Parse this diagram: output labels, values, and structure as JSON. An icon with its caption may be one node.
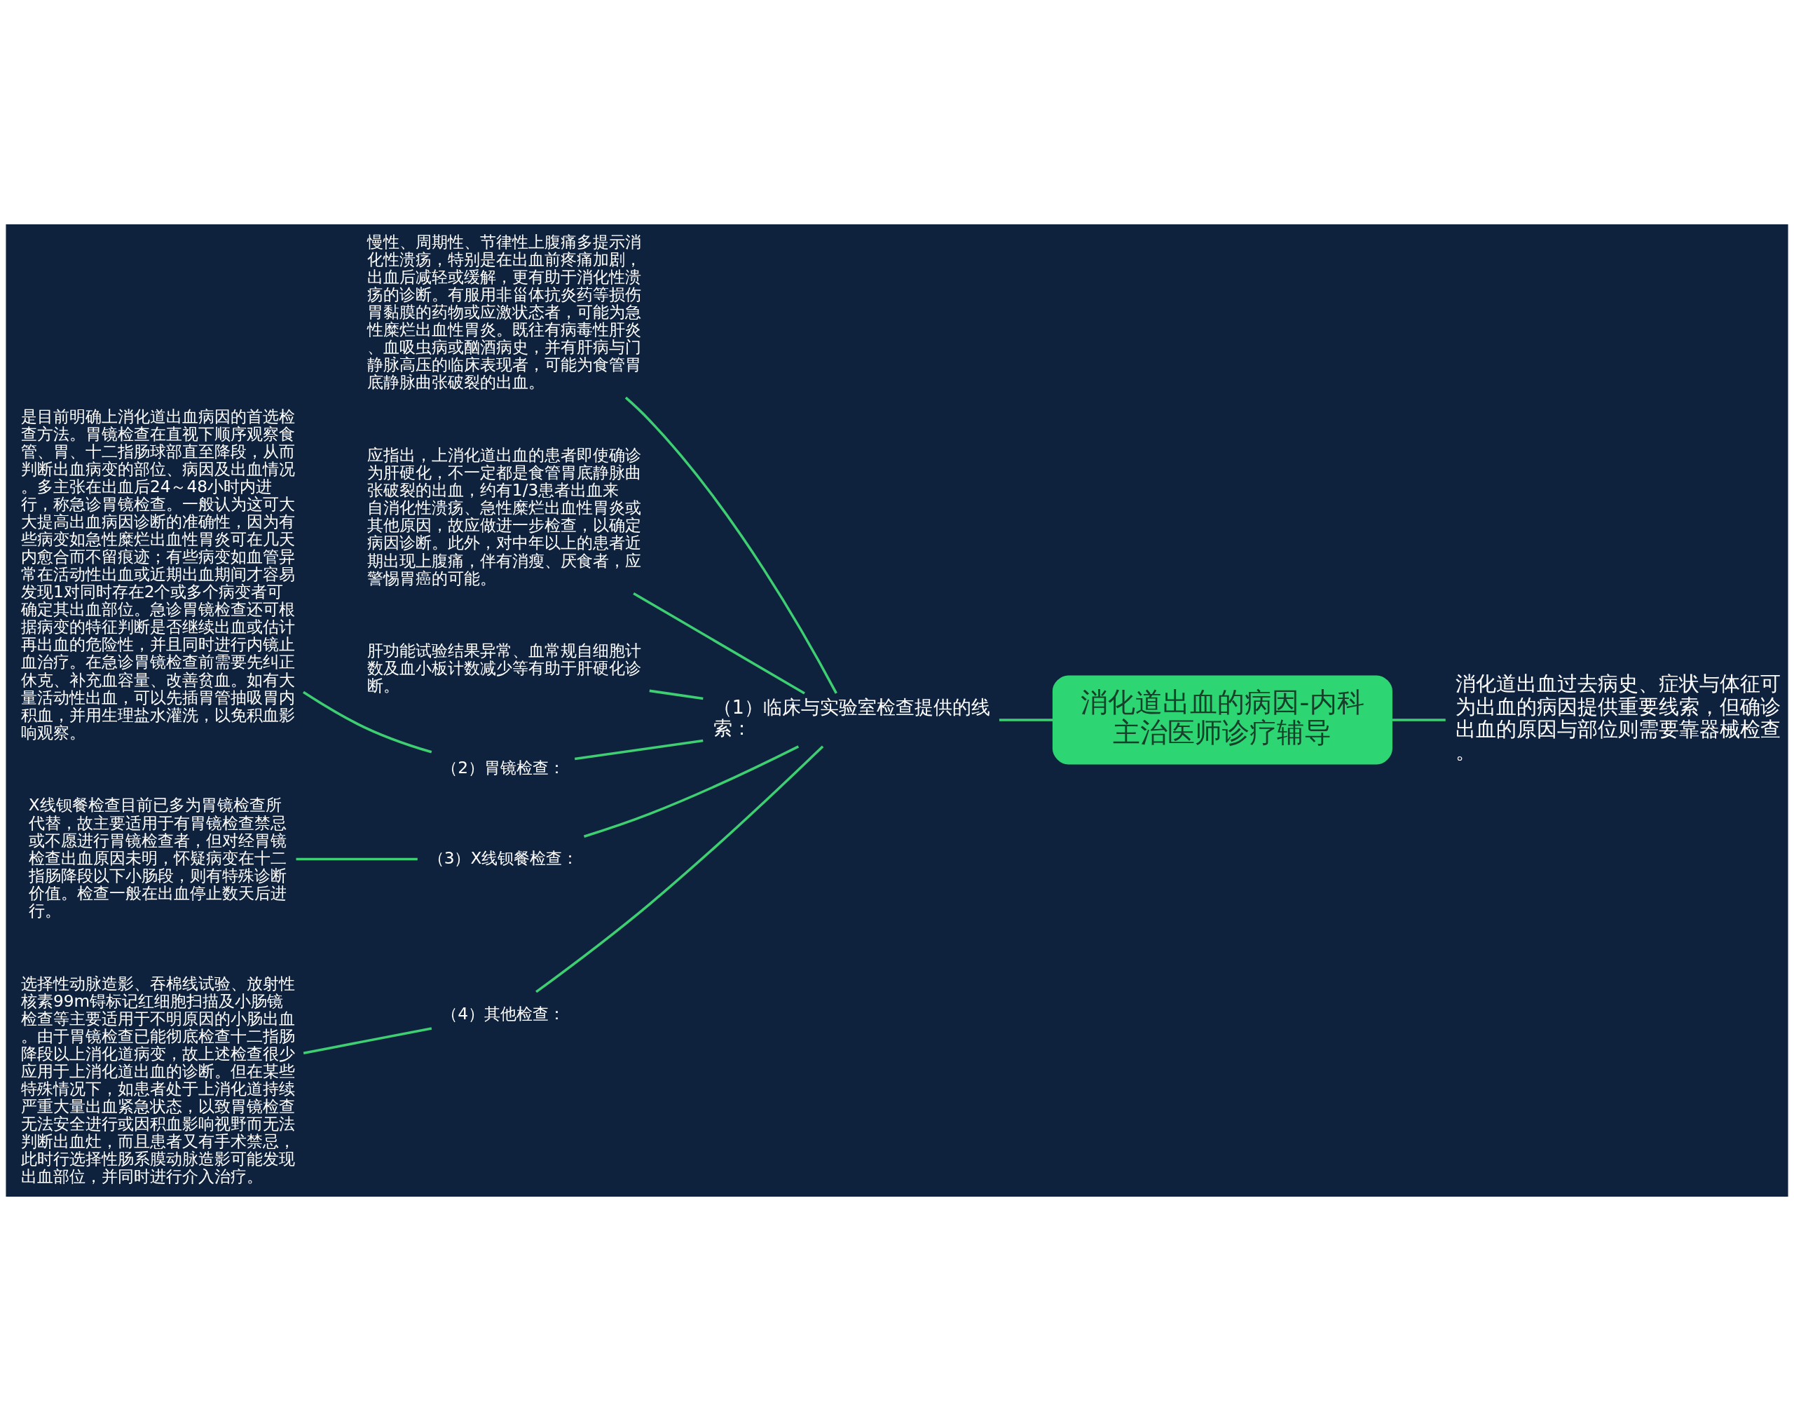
{
  "diagram": {
    "nodes": [
      {
        "text": [
          "消化道出血的病因-内科主治医师诊疗辅导"
        ]
      },
      {
        "text": [
          "消化道出血过去病史、症状与体征可为出血的病因提供重要线索，但确诊出血的原因与部位则需要靠器械检查。"
        ]
      },
      {
        "text": [
          "（1）临床与实验室检查提供的线索："
        ]
      },
      {
        "text": [
          "慢性、周期性、节律性上腹痛多提示消化性溃疡，特别是在出血前疼痛加剧，出血后减轻或缓解，更有助于消化性溃疡的诊断。有服用非甾体抗炎药等损伤胃黏膜的药物或应激状态者，可能为急性糜烂出血性胃炎。既往有病毒性肝炎、血吸虫病或酗酒病史，并有肝病与门静脉高压的临床表现者，可能为食管胃底静脉曲张破裂的出血。"
        ]
      },
      {
        "text": [
          "应指出，上消化道出血的患者即使确诊为肝硬化，不一定都是食管胃底静脉曲张破裂的出血，约有1/3患者出血来自消化性溃疡、急性糜烂出血性胃炎或其他原因，故应做进一步检查，以确定病因诊断。此外，对中年以上的患者近期出现上腹痛，伴有消瘦、厌食者，应警惕胃癌的可能。"
        ]
      },
      {
        "text": [
          "肝功能试验结果异常、血常规自细胞计数及血小板计数减少等有助于肝硬化诊断。"
        ]
      },
      {
        "text": [
          "（2）胃镜检查："
        ]
      },
      {
        "text": [
          "是目前明确上消化道出血病因的首选检查方法。胃镜检查在直视下顺序观察食管、胃、十二指肠球部直至降段，从而判断出血病变的部位、病因及出血情况。多主张在出血后24～48小时内进行，称急诊胃镜检查。一般认为这可大大提高出血病因诊断的准确性，因为有些病变如急性糜烂出血性胃炎可在几天内愈合而不留痕迹；有些病变如血管异常在活动性出血或近期出血期间才容易发现1对同时存在2个或多个病变者可确定其出血部位。急诊胃镜检查还可根据病变的特征判断是否继续出血或估计再出血的危险性，并且同时进行内镜止血治疗。在急诊胃镜检查前需要先纠正休克、补充血容量、改善贫血。如有大量活动性出血，可以先插胃管抽吸胃内积血，并用生理盐水灌洗，以免积血影响观察。"
        ]
      },
      {
        "text": [
          "（3）X线钡餐检查："
        ]
      },
      {
        "text": [
          "X线钡餐检查目前已多为胃镜检查所代替，故主要适用于有胃镜检查禁忌或不愿进行胃镜检查者，但对经胃镜检查出血原因未明，怀疑病变在十二指肠降段以下小肠段，则有特殊诊断价值。检查一般在出血停止数天后进行。"
        ]
      },
      {
        "text": [
          "（4）其他检查："
        ]
      },
      {
        "text": [
          "选择性动脉造影、吞棉线试验、放射性核素99m锝标记红细胞扫描及小肠镜检查等主要适用于不明原因的小肠出血。由于胃镜检查已能彻底检查十二指肠降段以上消化道病变，故上述检查很少应用于上消化道出血的诊断。但在某些特殊情况下，如患者处于上消化道持续严重大量出血紧急状态，以致胃镜检查无法安全进行或因积血影响视野而无法判断出血灶，而且患者又有手术禁忌，此时行选择性肠系膜动脉造影可能发现出血部位，并同时进行介入治疗。"
        ]
      }
    ],
    "edges": [
      {
        "from": 0,
        "to": 1,
        "arrow": "none"
      },
      {
        "from": 0,
        "to": 2,
        "arrow": "none"
      },
      {
        "from": 2,
        "to": 3,
        "arrow": "none"
      },
      {
        "from": 2,
        "to": 4,
        "arrow": "none"
      },
      {
        "from": 2,
        "to": 5,
        "arrow": "none"
      },
      {
        "from": 2,
        "to": 6,
        "arrow": "none"
      },
      {
        "from": 6,
        "to": 7,
        "arrow": "none"
      },
      {
        "from": 2,
        "to": 8,
        "arrow": "none"
      },
      {
        "from": 8,
        "to": 9,
        "arrow": "none"
      },
      {
        "from": 2,
        "to": 10,
        "arrow": "none"
      },
      {
        "from": 10,
        "to": 11,
        "arrow": "none"
      }
    ]
  }
}
